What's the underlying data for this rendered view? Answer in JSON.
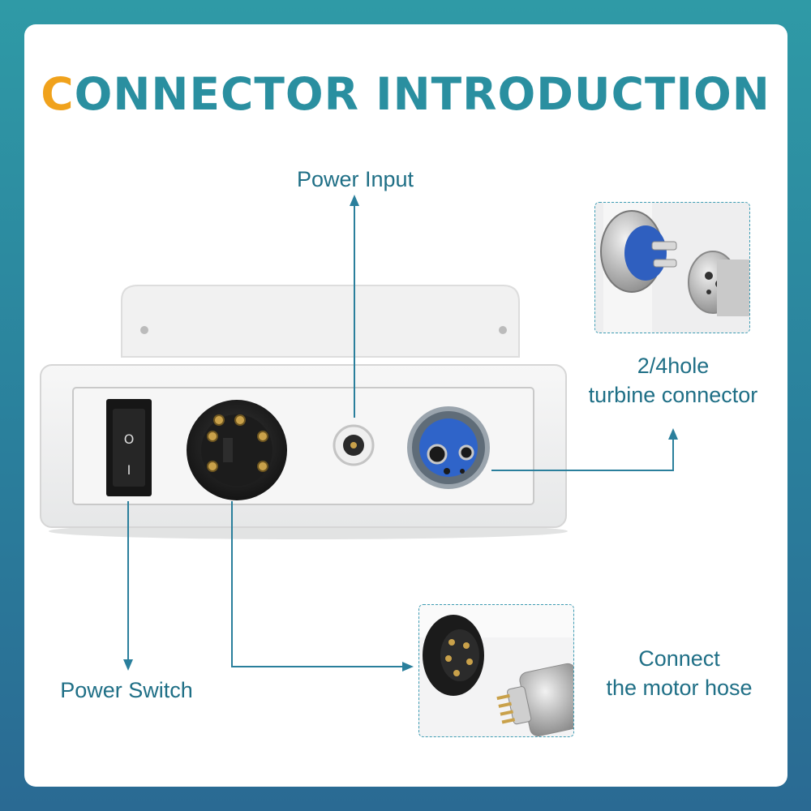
{
  "title": {
    "first_letter": "C",
    "rest": "ONNECTOR INTRODUCTION"
  },
  "labels": {
    "power_input": "Power Input",
    "turbine_line1": "2/4hole",
    "turbine_line2": "turbine connector",
    "power_switch": "Power Switch",
    "motor_line1": "Connect",
    "motor_line2": "the motor hose"
  },
  "switch_marks": {
    "top": "O",
    "bottom": "I"
  },
  "colors": {
    "accent_orange": "#f0a21c",
    "title_teal": "#2a8fa0",
    "label_blue": "#1f6f86",
    "line_blue": "#2a7f9c"
  }
}
